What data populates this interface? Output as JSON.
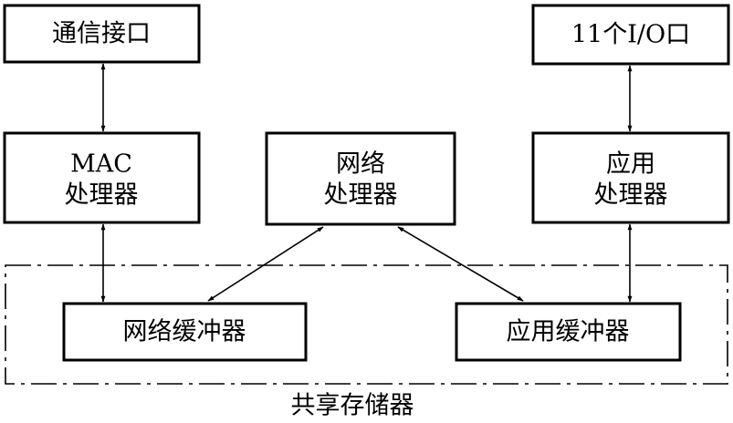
{
  "labels": {
    "comm_interface": "通信接口",
    "io_ports": "11个I/O口",
    "mac_line1": "MAC",
    "mac_line2": "处理器",
    "net_proc_line1": "网络",
    "net_proc_line2": "处理器",
    "app_proc_line1": "应用",
    "app_proc_line2": "处理器",
    "net_buffer": "网络缓冲器",
    "app_buffer": "应用缓冲器",
    "shared_memory": "共享存储器"
  },
  "colors": {
    "stroke": "#000000",
    "background": "#ffffff"
  }
}
